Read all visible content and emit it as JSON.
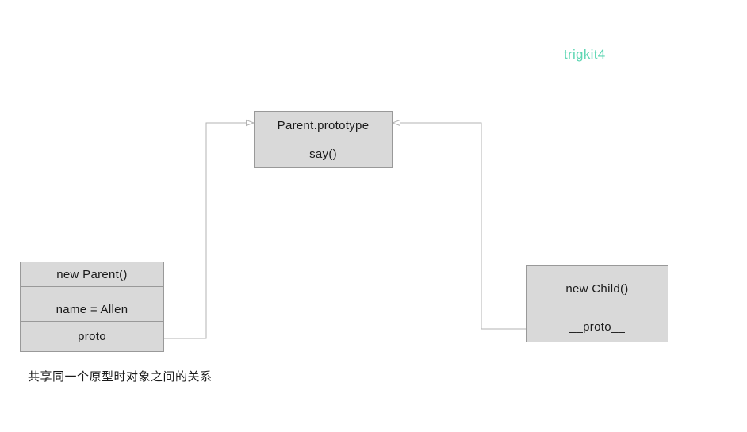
{
  "watermark": {
    "text": "trigkit4"
  },
  "caption": {
    "text": "共享同一个原型时对象之间的关系"
  },
  "boxes": {
    "prototype": {
      "title": "Parent.prototype",
      "rows": [
        "say()"
      ]
    },
    "parent_instance": {
      "title": "new Parent()",
      "rows": [
        "name = Allen",
        "__proto__"
      ]
    },
    "child_instance": {
      "title": "new Child()",
      "rows": [
        "__proto__"
      ]
    }
  },
  "connectors": [
    {
      "name": "parent-proto-to-prototype",
      "from": "new Parent().__proto__",
      "to": "Parent.prototype"
    },
    {
      "name": "child-proto-to-prototype",
      "from": "new Child().__proto__",
      "to": "Parent.prototype"
    }
  ],
  "colors": {
    "background": "#ffffff",
    "box_fill": "#d9d9d9",
    "box_border": "#999999",
    "connector": "#b3b3b3",
    "text": "#1a1a1a",
    "watermark": "#5dd6b3"
  }
}
